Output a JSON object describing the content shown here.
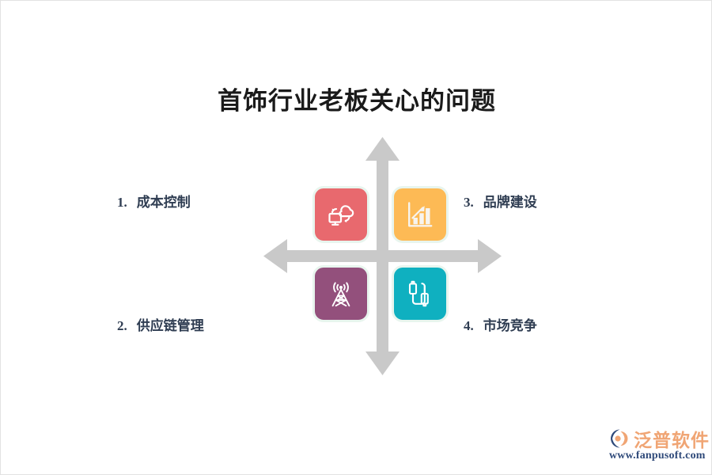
{
  "slide": {
    "title": "首饰行业老板关心的问题",
    "background_color": "#ffffff",
    "border_color": "#e2e2e2",
    "title_color": "#1a1a1a"
  },
  "diagram": {
    "type": "four-quadrant-matrix",
    "axis_color": "#c9c9c9",
    "axis_style": "double-headed-arrow-cross",
    "label_color": "#2f3d52",
    "tile_glow_color": "#e8f5ee",
    "quadrants": [
      {
        "number": "1.",
        "label": "成本控制",
        "position": "top-left",
        "icon": "cloud-sync-monitor-icon",
        "color": "#e8696e"
      },
      {
        "number": "2.",
        "label": "供应链管理",
        "position": "bottom-left",
        "icon": "broadcast-tower-icon",
        "color": "#93507c"
      },
      {
        "number": "3.",
        "label": "品牌建设",
        "position": "top-right",
        "icon": "bar-chart-growth-icon",
        "color": "#fdba55"
      },
      {
        "number": "4.",
        "label": "市场竞争",
        "position": "bottom-right",
        "icon": "usb-cable-icon",
        "color": "#0fb0c0"
      }
    ]
  },
  "logo": {
    "name": "泛普软件",
    "url": "www.fanpusoft.com",
    "mark_icon": "fanpu-swoosh-icon",
    "name_color": "#f0a574",
    "url_color": "#2f4a7a",
    "mark_primary_color": "#f0a574",
    "mark_secondary_color": "#2f4a7a"
  }
}
